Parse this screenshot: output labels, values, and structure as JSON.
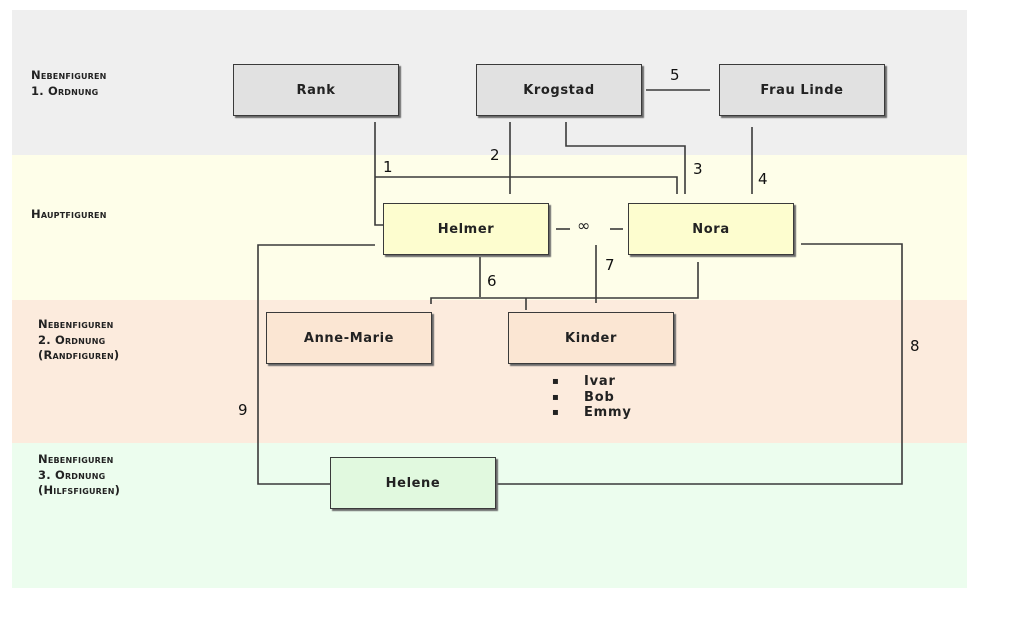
{
  "levels": [
    {
      "id": "nebenfiguren-1",
      "label": "Nebenfiguren\n1. Ordnung",
      "color": "#efefef"
    },
    {
      "id": "hauptfiguren",
      "label": "Hauptfiguren",
      "color": "#fefee9"
    },
    {
      "id": "nebenfiguren-2",
      "label": "Nebenfiguren\n2. Ordnung\n(Randfiguren)",
      "color": "#fcebdd"
    },
    {
      "id": "nebenfiguren-3",
      "label": "Nebenfiguren\n3. Ordnung\n(Hilfsfiguren)",
      "color": "#ecfdee"
    }
  ],
  "characters": {
    "rank": "Rank",
    "krogstad": "Krogstad",
    "frau_linde": "Frau Linde",
    "helmer": "Helmer",
    "nora": "Nora",
    "anne_marie": "Anne-Marie",
    "kinder": "Kinder",
    "helene": "Helene"
  },
  "children": [
    "Ivar",
    "Bob",
    "Emmy"
  ],
  "marriage_symbol": "∞",
  "relations": [
    {
      "id": "1",
      "from": "Rank",
      "to": "Helmer, Nora"
    },
    {
      "id": "2",
      "from": "Krogstad",
      "to": "Helmer"
    },
    {
      "id": "3",
      "from": "Krogstad",
      "to": "Nora"
    },
    {
      "id": "4",
      "from": "Frau Linde",
      "to": "Nora"
    },
    {
      "id": "5",
      "from": "Krogstad",
      "to": "Frau Linde"
    },
    {
      "id": "6",
      "from": "Helmer",
      "to": "Anne-Marie, Kinder"
    },
    {
      "id": "7",
      "from": "Helmer ∞ Nora",
      "to": "Kinder"
    },
    {
      "id": "8",
      "from": "Nora",
      "to": "Helene"
    },
    {
      "id": "9",
      "from": "Helmer",
      "to": "Helene"
    }
  ]
}
